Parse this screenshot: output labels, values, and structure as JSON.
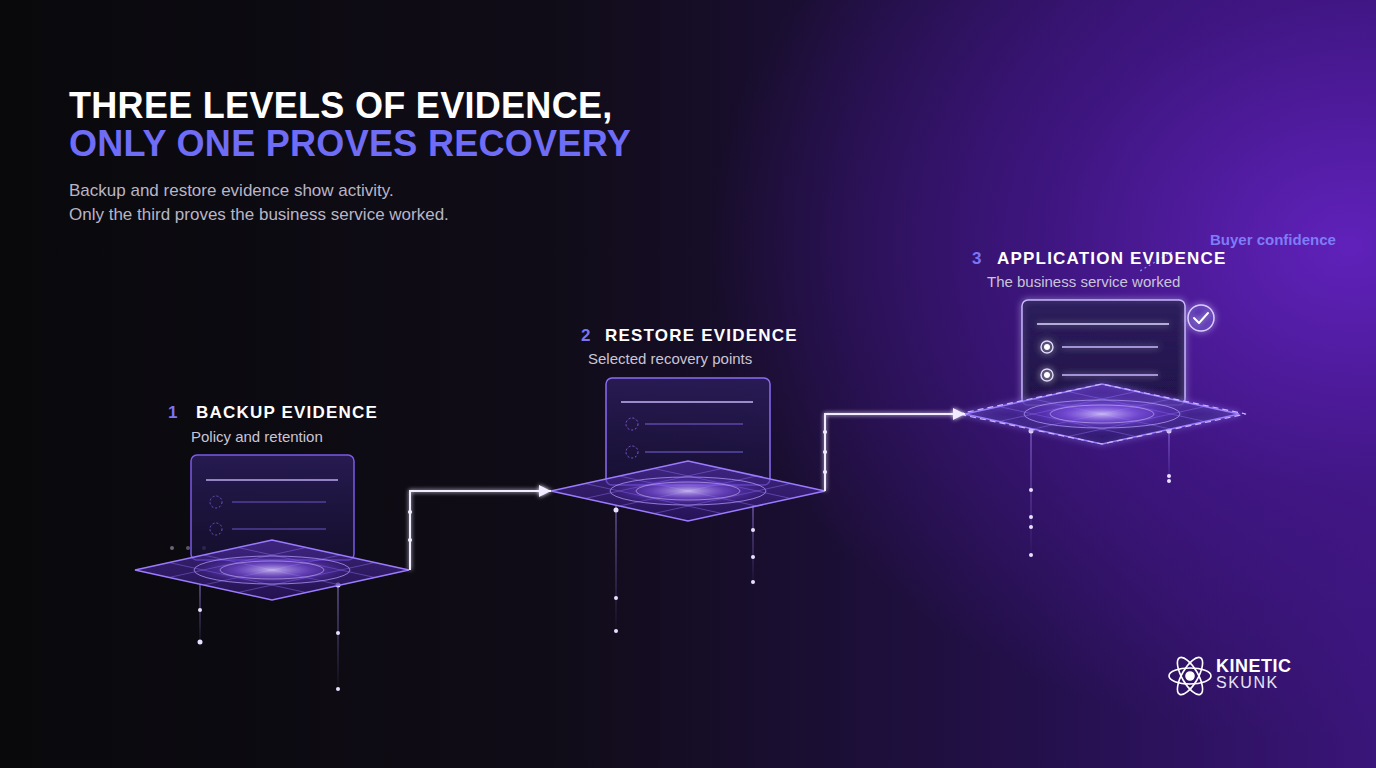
{
  "diagram": {
    "title": "THREE LEVELS OF EVIDENCE,",
    "caption": "Backup and restore evidence show activity.",
    "nodes": [
      {
        "text": [
          "1",
          "BACKUP EVIDENCE",
          "Policy and retention"
        ]
      },
      {
        "text": [
          "2",
          "RESTORE EVIDENCE",
          "Selected recovery points"
        ]
      },
      {
        "text": [
          "3",
          "APPLICATION EVIDENCE",
          "The business service worked"
        ]
      }
    ],
    "edges": [
      {
        "from": 0,
        "to": 1,
        "arrow": "to"
      },
      {
        "from": 1,
        "to": 2,
        "arrow": "to"
      }
    ],
    "labels": [
      "ONLY ONE PROVES RECOVERY",
      "Only the third proves the business service worked.",
      "Buyer confidence",
      "KINETIC",
      "SKUNK"
    ]
  }
}
